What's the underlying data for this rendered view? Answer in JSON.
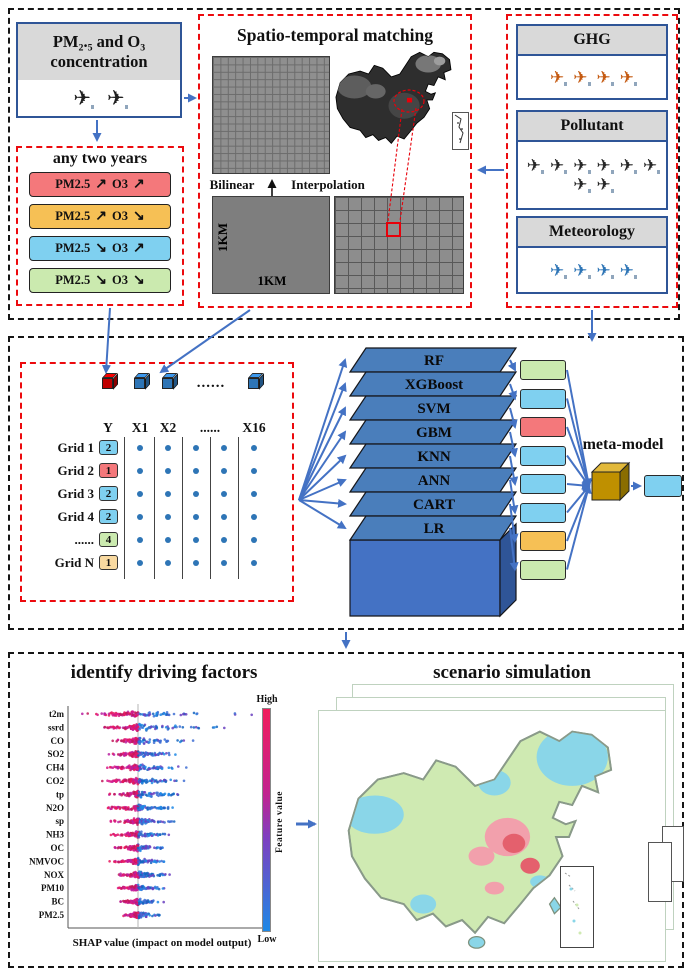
{
  "top": {
    "concentration": {
      "title_line1": "PM₂.₅ and O₃",
      "title_line2": "concentration",
      "plane_count": 2,
      "plane_color": "#1f1f1f"
    },
    "any_two_years": {
      "title": "any two years",
      "rows": [
        {
          "a": "PM2.5",
          "a_arrow": "↗",
          "b": "O3",
          "b_arrow": "↗",
          "color": "#f4787b"
        },
        {
          "a": "PM2.5",
          "a_arrow": "↗",
          "b": "O3",
          "b_arrow": "↘",
          "color": "#f6c055"
        },
        {
          "a": "PM2.5",
          "a_arrow": "↘",
          "b": "O3",
          "b_arrow": "↗",
          "color": "#7fd0f0"
        },
        {
          "a": "PM2.5",
          "a_arrow": "↘",
          "b": "O3",
          "b_arrow": "↘",
          "color": "#cbeaaf"
        }
      ]
    },
    "matching": {
      "title": "Spatio-temporal matching",
      "bilinear": "Bilinear",
      "interpolation": "Interpolation",
      "km_left": "1KM",
      "km_bottom": "1KM"
    },
    "sources": [
      {
        "label": "GHG",
        "plane_count": 4,
        "plane_color": "#c55a11"
      },
      {
        "label": "Pollutant",
        "plane_count": 8,
        "plane_color": "#262626"
      },
      {
        "label": "Meteorology",
        "plane_count": 4,
        "plane_color": "#2e75b6"
      }
    ]
  },
  "middle": {
    "cubes": {
      "colors": [
        "#c00000",
        "#2e75b6",
        "#2e75b6",
        "#2e75b6"
      ],
      "dots": "......"
    },
    "table": {
      "headers": [
        "Y",
        "X1",
        "X2",
        "......",
        "X16"
      ],
      "rows": [
        {
          "label": "Grid 1",
          "value": "2",
          "color": "#7fd0f0"
        },
        {
          "label": "Grid 2",
          "value": "1",
          "color": "#f4787b"
        },
        {
          "label": "Grid 3",
          "value": "2",
          "color": "#7fd0f0"
        },
        {
          "label": "Grid 4",
          "value": "2",
          "color": "#7fd0f0"
        },
        {
          "label": "......",
          "value": "4",
          "color": "#cbeaaf"
        },
        {
          "label": "Grid N",
          "value": "1",
          "color": "#f8d9a0"
        }
      ]
    },
    "models": [
      "RF",
      "XGBoost",
      "SVM",
      "GBM",
      "KNN",
      "ANN",
      "CART",
      "LR"
    ],
    "output_box_colors": [
      "#cbeaaf",
      "#7fd0f0",
      "#f4787b",
      "#7fd0f0",
      "#7fd0f0",
      "#7fd0f0",
      "#f6c055",
      "#cbeaaf"
    ],
    "meta_model_label": "meta-model"
  },
  "bottom": {
    "driving_title": "identify driving factors",
    "scenario_title": "scenario simulation",
    "shap": {
      "features": [
        "t2m",
        "ssrd",
        "CO",
        "SO2",
        "CH4",
        "CO2",
        "tp",
        "N2O",
        "sp",
        "NH3",
        "OC",
        "NMVOC",
        "NOX",
        "PM10",
        "BC",
        "PM2.5"
      ],
      "spreads": [
        [
          62,
          120
        ],
        [
          38,
          108
        ],
        [
          26,
          62
        ],
        [
          30,
          48
        ],
        [
          34,
          56
        ],
        [
          38,
          52
        ],
        [
          30,
          46
        ],
        [
          44,
          42
        ],
        [
          30,
          40
        ],
        [
          34,
          36
        ],
        [
          26,
          32
        ],
        [
          30,
          32
        ],
        [
          28,
          36
        ],
        [
          24,
          30
        ],
        [
          22,
          26
        ],
        [
          18,
          26
        ]
      ],
      "xlabel": "SHAP value  (impact on model output)",
      "high_label": "High",
      "low_label": "Low",
      "colorbar_label": "Feature value",
      "pink_colors": [
        "#e8175d",
        "#d81b8a",
        "#c2185b",
        "#b91fa0"
      ],
      "blue_colors": [
        "#1e88e5",
        "#1565c0",
        "#3f6fd4",
        "#6a3fc0"
      ]
    }
  }
}
